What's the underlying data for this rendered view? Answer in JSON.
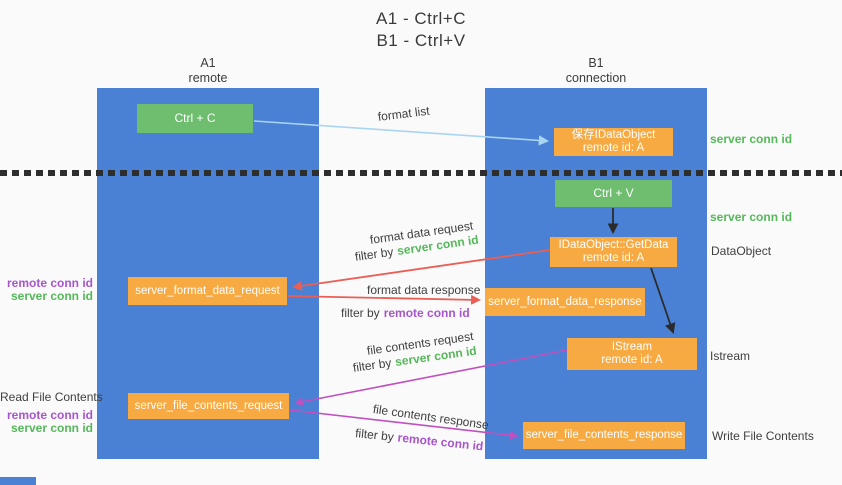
{
  "title": {
    "line1": "A1 - Ctrl+C",
    "line2": "B1 - Ctrl+V"
  },
  "lanes": {
    "a1": {
      "name": "A1",
      "subtitle": "remote"
    },
    "b1": {
      "name": "B1",
      "subtitle": "connection"
    }
  },
  "terms": {
    "server_conn_id": "server conn id",
    "remote_conn_id": "remote conn id",
    "filter_by": "filter by"
  },
  "nodes": {
    "ctrl_c": {
      "label": "Ctrl + C"
    },
    "ctrl_v": {
      "label": "Ctrl + V"
    },
    "save_idataobject": {
      "line1": "保存IDataObject",
      "line2": "remote id: A"
    },
    "getdata": {
      "line1": "IDataObject::GetData",
      "line2": "remote id: A"
    },
    "istream": {
      "line1": "IStream",
      "line2": "remote id: A"
    },
    "server_format_data_request": {
      "label": "server_format_data_request"
    },
    "server_format_data_response": {
      "label": "server_format_data_response"
    },
    "server_file_contents_request": {
      "label": "server_file_contents_request"
    },
    "server_file_contents_response": {
      "label": "server_file_contents_response"
    }
  },
  "arrow_labels": {
    "format_list": "format list",
    "format_data_request": "format data request",
    "format_data_response": "format data response",
    "file_contents_request": "file contents request",
    "file_contents_response": "file contents response"
  },
  "side_labels": {
    "dataobject": "DataObject",
    "istream": "Istream",
    "read_file_contents": "Read File Contents",
    "write_file_contents": "Write File Contents"
  },
  "colors": {
    "lane_blue": "#4a81d4",
    "node_green": "#6fbe70",
    "node_orange": "#f7a942",
    "label_green": "#55b85a",
    "label_purple": "#a855cc",
    "arrow_red": "#ea5f55",
    "arrow_magenta": "#c050c0",
    "arrow_light_blue": "#a9d5f2",
    "arrow_black": "#2b2b2b"
  }
}
